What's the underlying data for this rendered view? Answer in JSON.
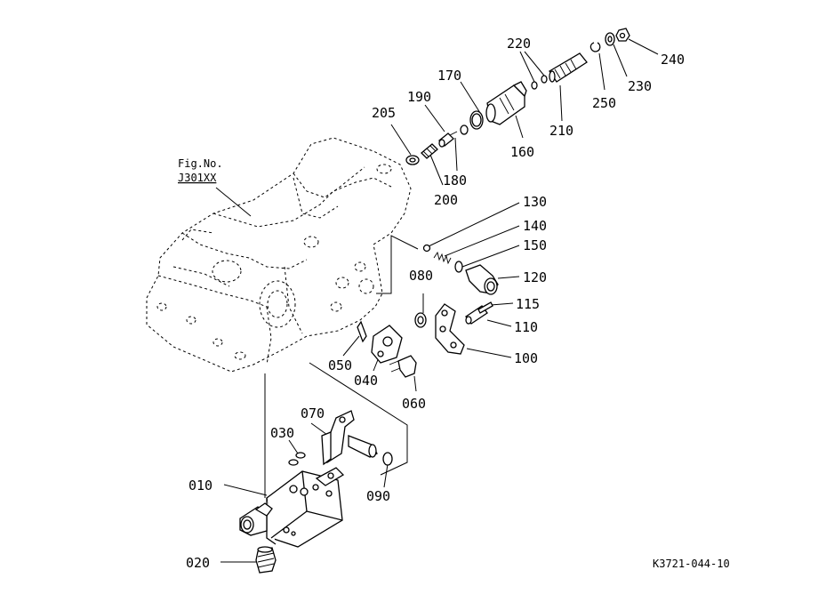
{
  "fig_ref": {
    "line1": "Fig.No.",
    "line2": "J301XX"
  },
  "drawing_code": "K3721-044-10",
  "callouts": {
    "p010": "010",
    "p020": "020",
    "p030": "030",
    "p040": "040",
    "p050": "050",
    "p060": "060",
    "p070": "070",
    "p080": "080",
    "p090": "090",
    "p100": "100",
    "p110": "110",
    "p115": "115",
    "p120": "120",
    "p130": "130",
    "p140": "140",
    "p150": "150",
    "p160": "160",
    "p170": "170",
    "p180": "180",
    "p190": "190",
    "p200": "200",
    "p205": "205",
    "p210": "210",
    "p220": "220",
    "p230": "230",
    "p240": "240",
    "p250": "250"
  }
}
